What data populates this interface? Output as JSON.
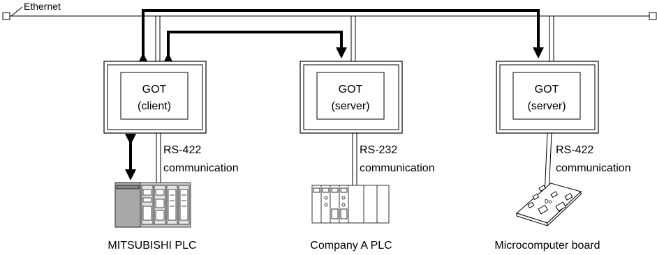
{
  "network": {
    "label": "Ethernet"
  },
  "nodes": [
    {
      "id": "got-client",
      "line1": "GOT",
      "line2": "(client)",
      "link_line1": "RS-422",
      "link_line2": "communication",
      "device_caption": "MITSUBISHI PLC"
    },
    {
      "id": "got-server-a",
      "line1": "GOT",
      "line2": "(server)",
      "link_line1": "RS-232",
      "link_line2": "communication",
      "device_caption": "Company A PLC"
    },
    {
      "id": "got-server-b",
      "line1": "GOT",
      "line2": "(server)",
      "link_line1": "RS-422",
      "link_line2": "communication",
      "device_caption": "Microcomputer board"
    }
  ],
  "colors": {
    "line": "#000000",
    "plc_body": "#c8c8c8",
    "plc_side": "#a8a8a8",
    "white": "#ffffff"
  }
}
